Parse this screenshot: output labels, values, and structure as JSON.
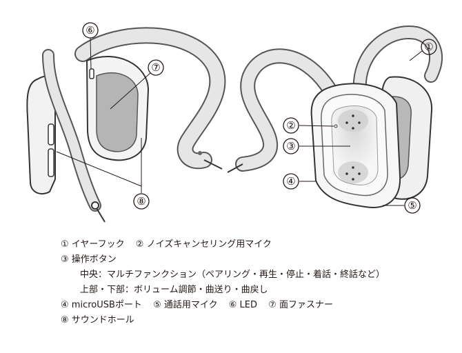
{
  "diagram": {
    "callouts": {
      "c1": "①",
      "c2": "②",
      "c3": "③",
      "c4": "④",
      "c5": "⑤",
      "c6": "⑥",
      "c7": "⑦",
      "c8": "⑧"
    }
  },
  "legend": {
    "row1": [
      {
        "num": "①",
        "text": "イヤーフック"
      },
      {
        "num": "②",
        "text": "ノイズキャンセリング用マイク"
      }
    ],
    "row2": {
      "num": "③",
      "text": "操作ボタン"
    },
    "row2_line1": "中央：マルチファンクション（ペアリング・再生・停止・着話・終話など）",
    "row2_line2": "上部・下部：ボリューム調節・曲送り・曲戻し",
    "row3": [
      {
        "num": "④",
        "text": "microUSBポート"
      },
      {
        "num": "⑤",
        "text": "通話用マイク"
      },
      {
        "num": "⑥",
        "text": "LED"
      },
      {
        "num": "⑦",
        "text": "面ファスナー"
      }
    ],
    "row4": {
      "num": "⑧",
      "text": "サウンドホール"
    }
  }
}
